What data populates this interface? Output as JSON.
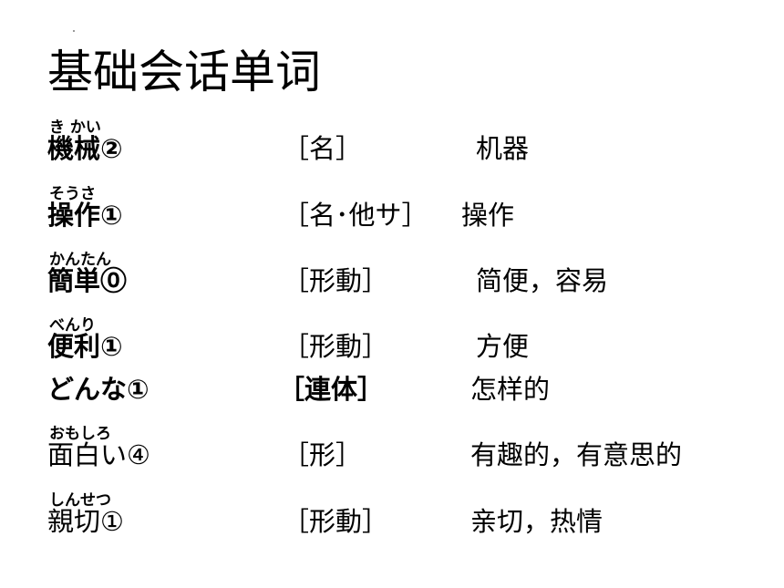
{
  "title": "基础会话单词",
  "vocab": [
    {
      "reading": "き かい",
      "word": "機械②",
      "pos": "［名］",
      "meaning": "机器"
    },
    {
      "reading": "そうさ",
      "word": "操作①",
      "pos": "［名･他サ］",
      "meaning": "操作"
    },
    {
      "reading": "かんたん",
      "word": "簡単⓪",
      "pos": "［形動］",
      "meaning": "简便，容易"
    },
    {
      "reading": "べんり",
      "word": "便利①",
      "pos": "［形動］",
      "meaning": "方便"
    },
    {
      "reading": "",
      "word": "どんな①",
      "pos": "［連体］",
      "meaning": "怎样的"
    },
    {
      "reading": "おもしろ",
      "word": "面白い④",
      "pos": "［形］",
      "meaning": "有趣的，有意思的"
    },
    {
      "reading": "しんせつ",
      "word": "親切①",
      "pos": "［形動］",
      "meaning": "亲切，热情"
    }
  ]
}
